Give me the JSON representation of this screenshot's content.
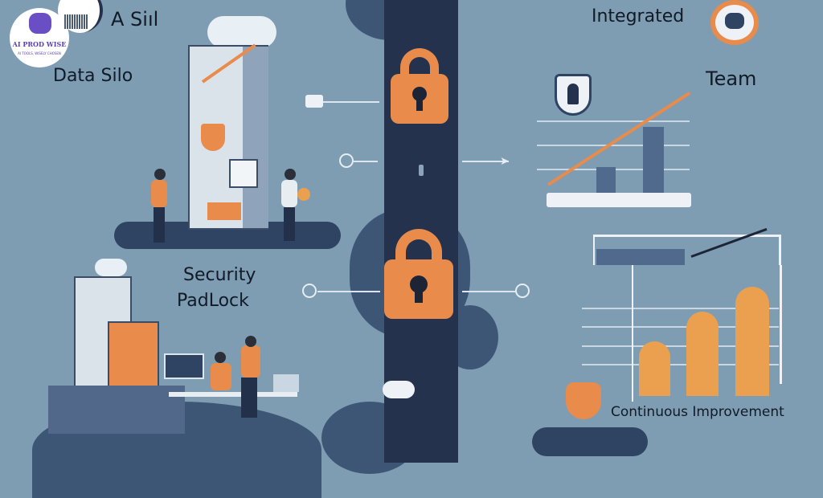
{
  "logo": {
    "title": "AI PROD WISE",
    "tagline": "AI TOOLS, WISELY CHOSEN"
  },
  "labels": {
    "header_left": "A Siıl",
    "data_silo": "Data Silo",
    "integrated": "Integrated",
    "team": "Team",
    "security_line1": "Security",
    "security_line2": "PadLock",
    "continuous_improvement": "Continuous Improvement"
  },
  "colors": {
    "background": "#7e9db3",
    "road": "#24324d",
    "accent": "#e98b4b",
    "bars": "#eba04f",
    "dark_shape": "#3d5676"
  },
  "icons": [
    "padlock-icon",
    "shield-icon",
    "cloud-icon",
    "line-chart-icon",
    "bar-chart-icon",
    "team-icon"
  ]
}
